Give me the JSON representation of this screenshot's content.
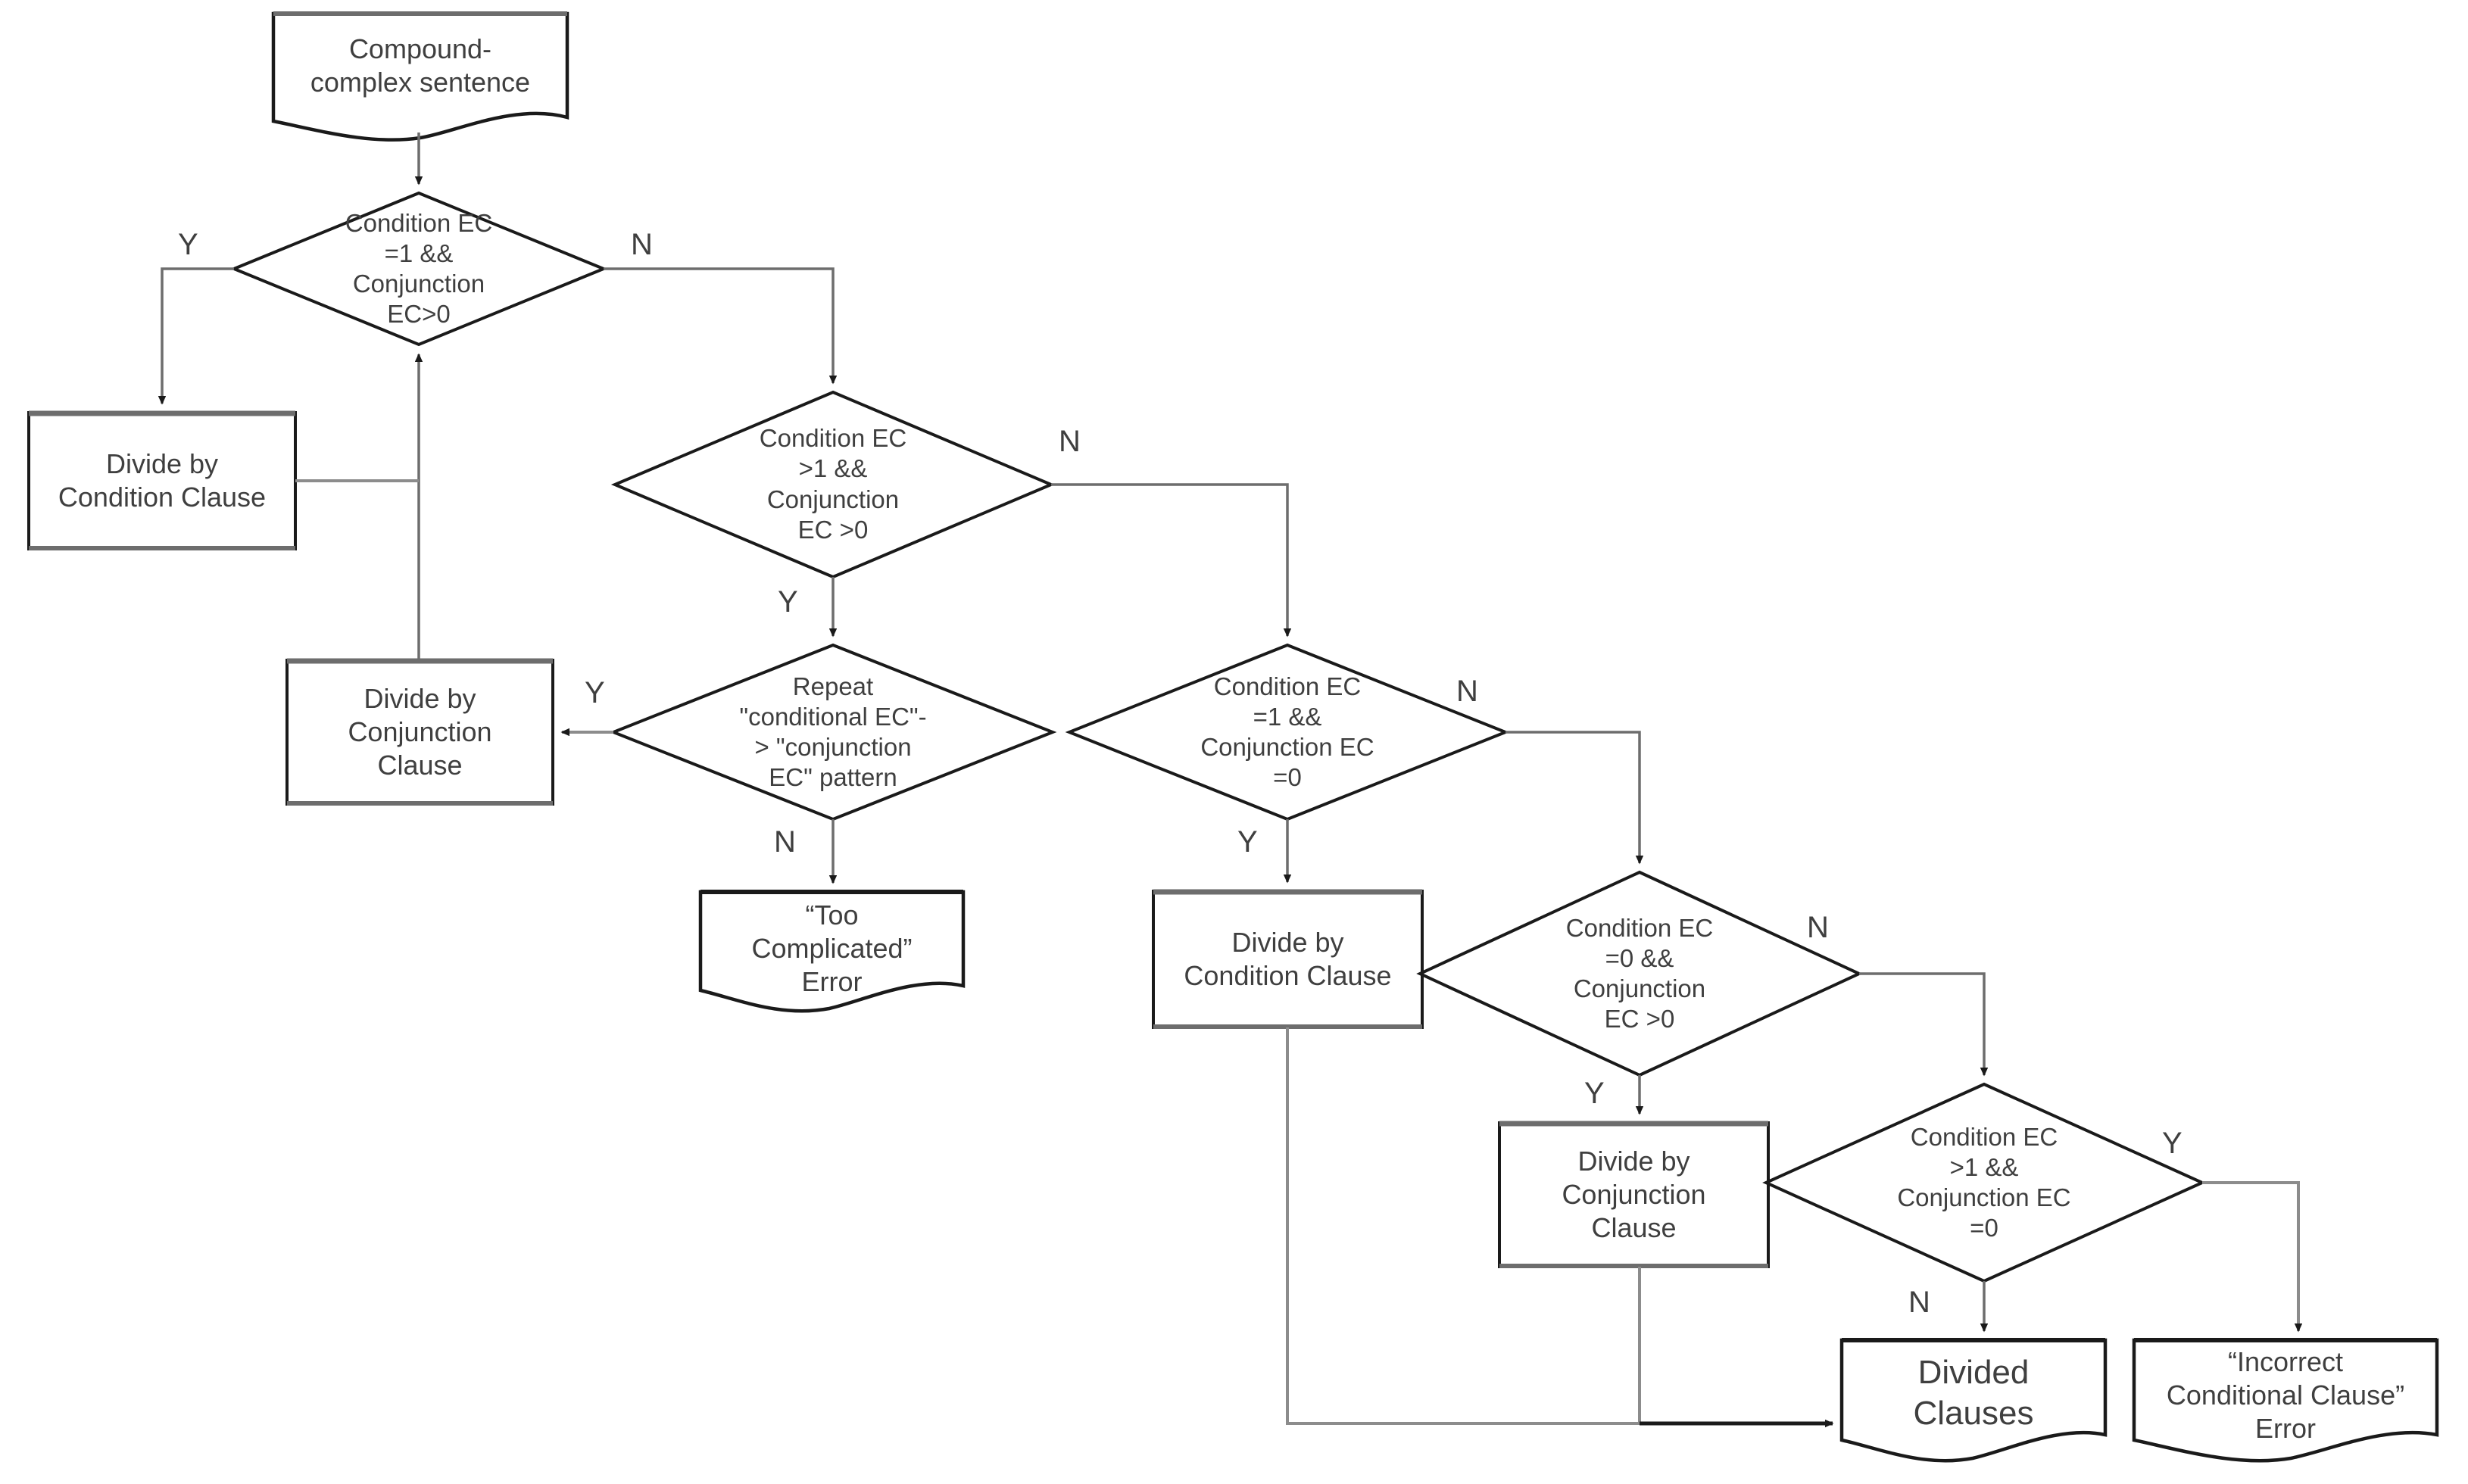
{
  "diagram": {
    "title": "Compound-complex sentence clause division flowchart",
    "colors": {
      "stroke_dark": "#1a1a1a",
      "stroke_light": "#7a7a7a",
      "text": "#3f3f3f",
      "background": "#ffffff"
    },
    "nodes": [
      {
        "id": "start",
        "shape": "document",
        "text": "Compound-\ncomplex sentence"
      },
      {
        "id": "d1",
        "shape": "decision",
        "text": "Condition EC\n=1 &&\nConjunction\nEC>0"
      },
      {
        "id": "divcond1",
        "shape": "process",
        "text": "Divide by\nCondition Clause"
      },
      {
        "id": "d2",
        "shape": "decision",
        "text": "Condition EC\n>1 &&\nConjunction\nEC >0"
      },
      {
        "id": "divconj1",
        "shape": "process",
        "text": "Divide by\nConjunction\nClause"
      },
      {
        "id": "d3",
        "shape": "decision",
        "text": "Repeat\n\"conditional EC\"-\n> \"conjunction\nEC\" pattern"
      },
      {
        "id": "errtoo",
        "shape": "document",
        "text": "“Too\nComplicated”\nError"
      },
      {
        "id": "d4",
        "shape": "decision",
        "text": "Condition EC\n=1 &&\nConjunction EC\n=0"
      },
      {
        "id": "divcond2",
        "shape": "process",
        "text": "Divide by\nCondition Clause"
      },
      {
        "id": "d5",
        "shape": "decision",
        "text": "Condition EC\n=0 &&\nConjunction\nEC >0"
      },
      {
        "id": "divconj2",
        "shape": "process",
        "text": "Divide by\nConjunction\nClause"
      },
      {
        "id": "d6",
        "shape": "decision",
        "text": "Condition EC\n>1 &&\nConjunction EC\n=0"
      },
      {
        "id": "divided",
        "shape": "document",
        "text": "Divided\nClauses"
      },
      {
        "id": "errincorrect",
        "shape": "document",
        "text": "“Incorrect\nConditional Clause”\nError"
      }
    ],
    "edge_labels": [
      {
        "id": "d1-yes",
        "text": "Y"
      },
      {
        "id": "d1-no",
        "text": "N"
      },
      {
        "id": "d2-no",
        "text": "N"
      },
      {
        "id": "d2-yes",
        "text": "Y"
      },
      {
        "id": "d3-yes",
        "text": "Y"
      },
      {
        "id": "d3-no",
        "text": "N"
      },
      {
        "id": "d4-no",
        "text": "N"
      },
      {
        "id": "d4-yes",
        "text": "Y"
      },
      {
        "id": "d5-no",
        "text": "N"
      },
      {
        "id": "d5-yes",
        "text": "Y"
      },
      {
        "id": "d6-yes",
        "text": "Y"
      },
      {
        "id": "d6-no",
        "text": "N"
      }
    ]
  }
}
